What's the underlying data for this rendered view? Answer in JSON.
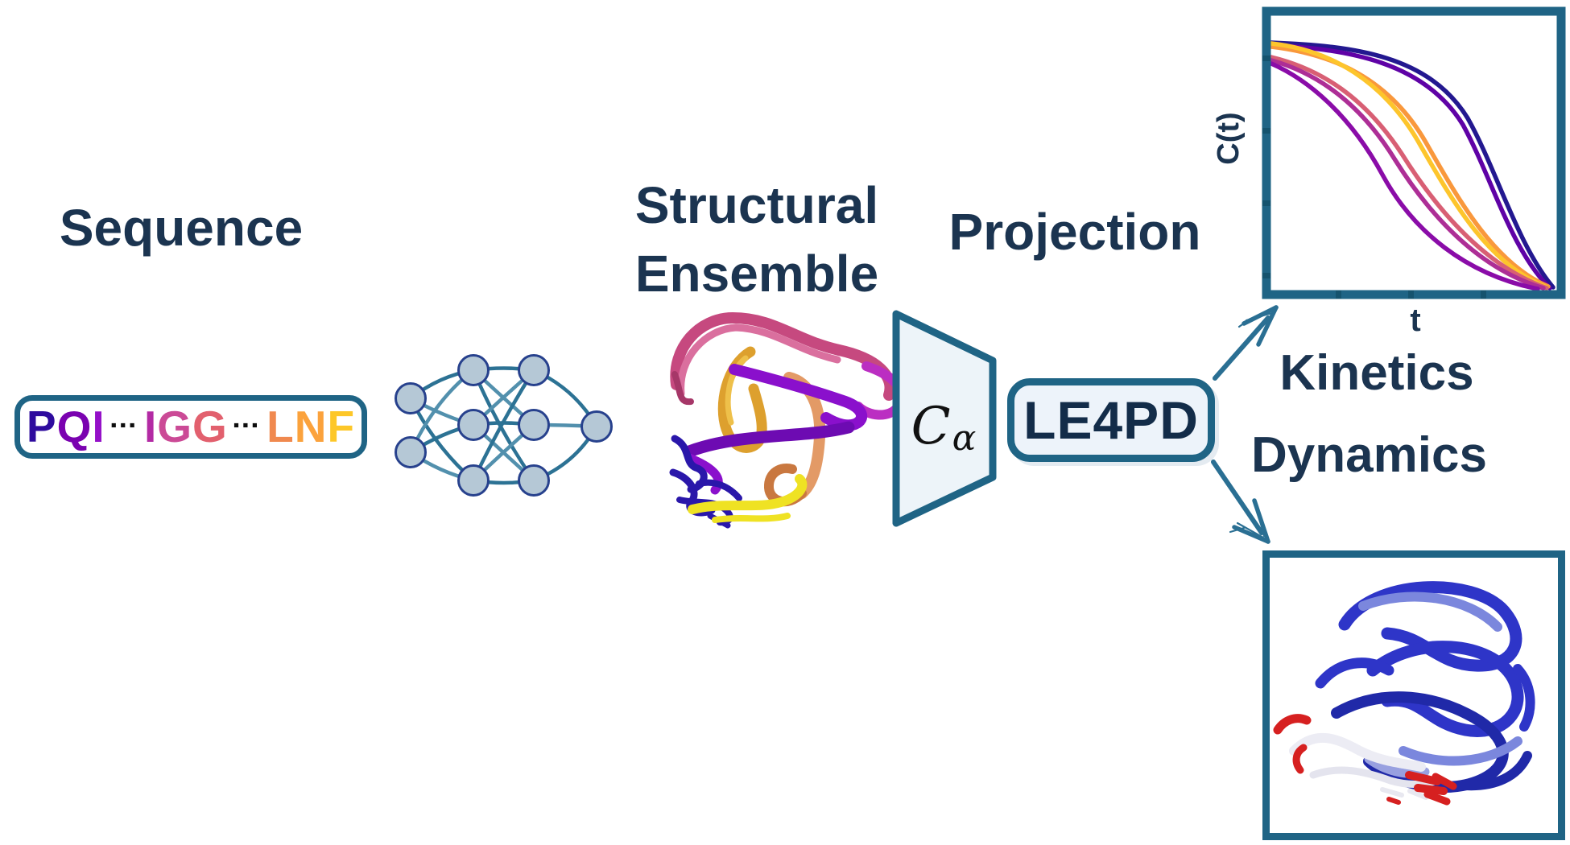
{
  "colors": {
    "heading_navy": "#1b3450",
    "frame_teal": "#1f6485",
    "arrow_teal": "#2a6f93",
    "node_fill": "#b5c8d6",
    "node_stroke": "#27418d",
    "edge_dark": "#2c7294",
    "edge_light": "#5290ad",
    "panel_fill": "#edf4f9"
  },
  "sequence": {
    "title": "Sequence",
    "tokens": [
      {
        "char": "P",
        "color": "#2e0b9e"
      },
      {
        "char": "Q",
        "color": "#7a02b0"
      },
      {
        "char": "I",
        "color": "#9410c8"
      },
      {
        "char": "▪▪▪",
        "color": "#0d0d0d"
      },
      {
        "char": "I",
        "color": "#b32aa4"
      },
      {
        "char": "G",
        "color": "#cb4a96"
      },
      {
        "char": "G",
        "color": "#e2606e"
      },
      {
        "char": "▪▪▪",
        "color": "#0d0d0d"
      },
      {
        "char": "L",
        "color": "#f0894f"
      },
      {
        "char": "N",
        "color": "#fba23c"
      },
      {
        "char": "F",
        "color": "#fdc728"
      }
    ]
  },
  "network": {
    "name": "feedforward neural network",
    "layer_sizes": [
      2,
      3,
      3,
      1
    ]
  },
  "ensemble": {
    "title_line1": "Structural",
    "title_line2": "Ensemble"
  },
  "projection": {
    "title": "Projection",
    "symbol": "C",
    "symbol_subscript": "α"
  },
  "le4pd": {
    "label": "LE4PD"
  },
  "outputs": {
    "kinetics_label": "Kinetics",
    "dynamics_label": "Dynamics"
  },
  "plot": {
    "type": "line",
    "ylabel": "C(t)",
    "xlabel": "t",
    "description": "Seven time-correlation curves decaying sigmoidally from 1 toward 0",
    "curves": [
      {
        "color": "#231890"
      },
      {
        "color": "#5f02a6"
      },
      {
        "color": "#f9983c"
      },
      {
        "color": "#fdc52c"
      },
      {
        "color": "#d85f74"
      },
      {
        "color": "#ad2e96"
      },
      {
        "color": "#8a0ca8"
      }
    ]
  }
}
